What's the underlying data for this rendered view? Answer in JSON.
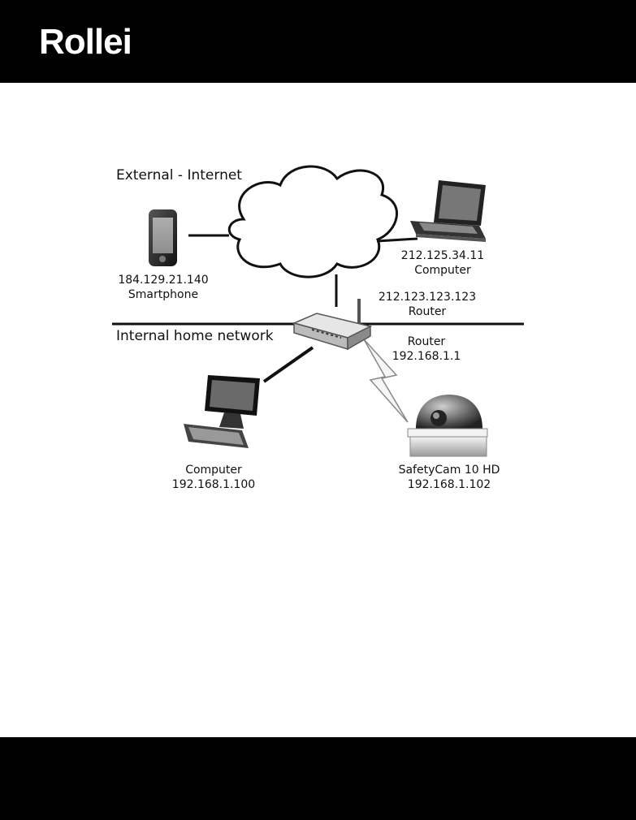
{
  "brand": {
    "logo": "Rollei"
  },
  "zones": {
    "external": "External - Internet",
    "internal": "Internal home network"
  },
  "devices": {
    "smartphone": {
      "ip": "184.129.21.140",
      "name": "Smartphone"
    },
    "laptop": {
      "ip": "212.125.34.11",
      "name": "Computer"
    },
    "router_external": {
      "ip": "212.123.123.123",
      "name": "Router"
    },
    "router_internal": {
      "name": "Router",
      "ip": "192.168.1.1"
    },
    "desktop": {
      "name": "Computer",
      "ip": "192.168.1.100"
    },
    "camera": {
      "name": "SafetyCam 10 HD",
      "ip": "192.168.1.102"
    }
  }
}
